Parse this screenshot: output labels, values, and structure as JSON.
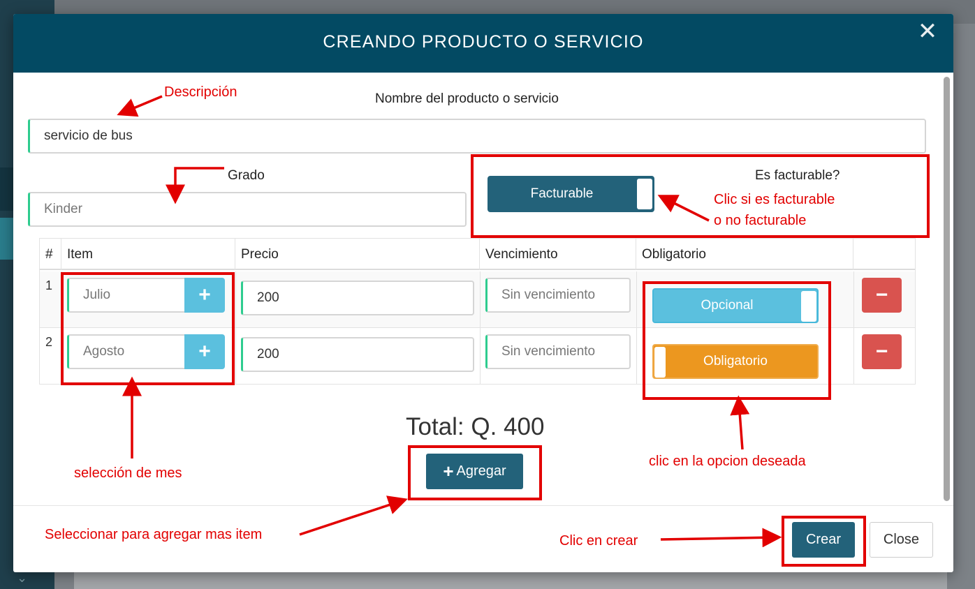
{
  "modal": {
    "title": "CREANDO PRODUCTO O SERVICIO",
    "close_glyph": "✕"
  },
  "form": {
    "name_label": "Nombre del producto o servicio",
    "name_value": "servicio de bus",
    "grade_label": "Grado",
    "grade_placeholder": "Kinder",
    "billable_label": "Es facturable?",
    "billable_toggle": "Facturable"
  },
  "table": {
    "headers": [
      "#",
      "Item",
      "Precio",
      "Vencimiento",
      "Obligatorio"
    ],
    "rows": [
      {
        "num": "1",
        "item": "Julio",
        "price": "200",
        "expiry_placeholder": "Sin vencimiento",
        "required_toggle": "Opcional",
        "toggle_color": "#5bc0de"
      },
      {
        "num": "2",
        "item": "Agosto",
        "price": "200",
        "expiry_placeholder": "Sin vencimiento",
        "required_toggle": "Obligatorio",
        "toggle_color": "#ec971f"
      }
    ],
    "add_icon": "+",
    "remove_icon": "−"
  },
  "total_text": "Total: Q. 400",
  "add_button": {
    "icon": "+",
    "label": "Agregar"
  },
  "footer": {
    "create_label": "Crear",
    "close_label": "Close"
  },
  "annotations": {
    "descripcion": "Descripción",
    "facturable_line1": "Clic si es facturable",
    "facturable_line2": "o no facturable",
    "seleccion_mes": "selección de  mes",
    "clic_opcion": "clic en la opcion deseada",
    "seleccionar_agregar": "Seleccionar  para agregar mas item",
    "clic_crear": "Clic en crear"
  },
  "colors": {
    "header": "#034a63",
    "primary": "#23627a",
    "info": "#5bc0de",
    "warning": "#ec971f",
    "danger": "#d9534f",
    "annotation": "#e20000"
  }
}
